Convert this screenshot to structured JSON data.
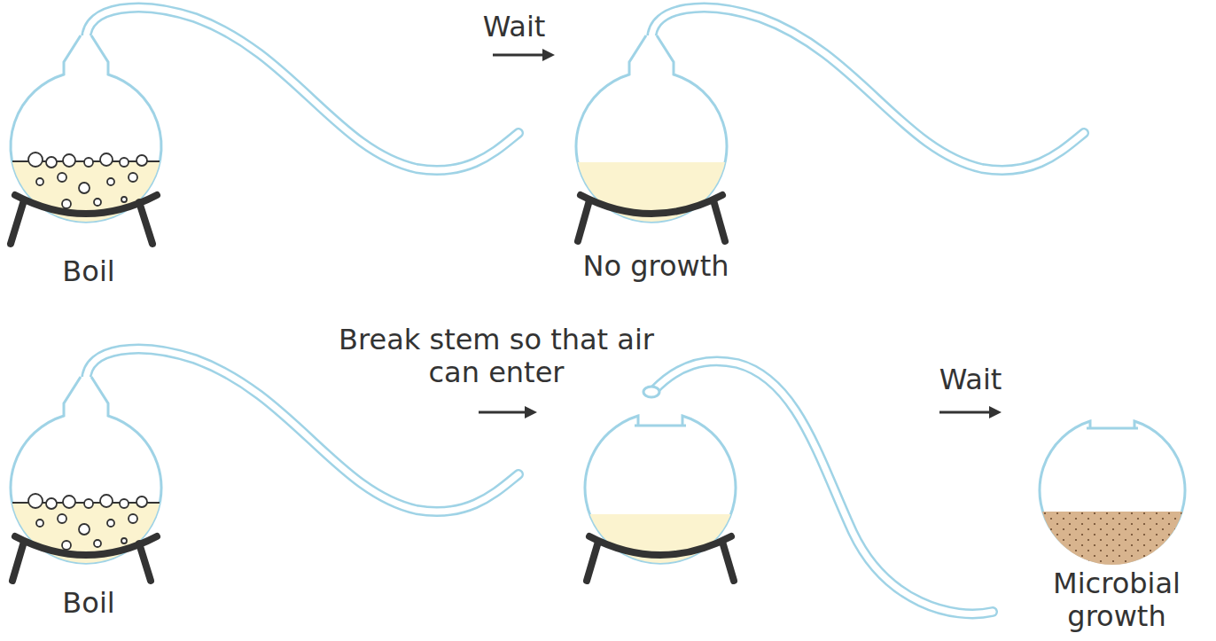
{
  "diagram": {
    "labels": [
      "Wait",
      "Boil",
      "No growth",
      "Break stem so that air can enter",
      "Wait",
      "Microbial growth",
      "Boil"
    ]
  }
}
